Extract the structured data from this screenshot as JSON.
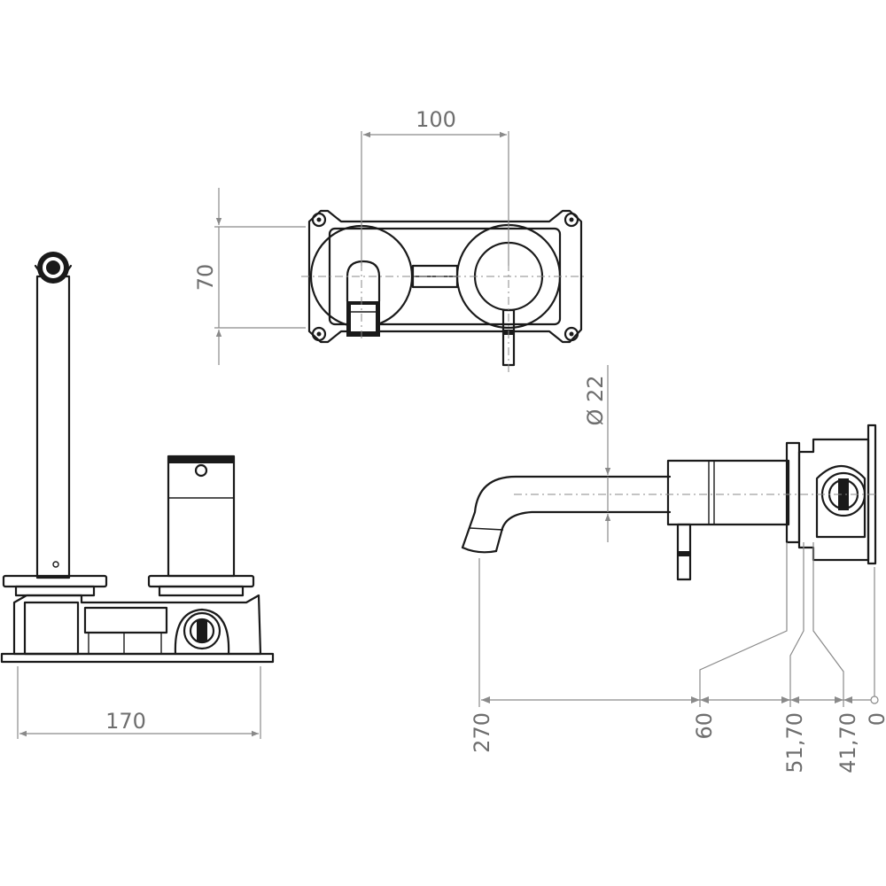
{
  "dimensions": {
    "front_width": "100",
    "front_height": "70",
    "spout_diameter": "Ø 22",
    "base_width": "170",
    "proj_spout": "270",
    "proj_a": "60",
    "proj_b": "51,70",
    "proj_c": "41,70",
    "proj_zero": "0"
  },
  "colors": {
    "line": "#1a1a1a",
    "dimension": "#8a8a8a",
    "background": "#ffffff"
  }
}
